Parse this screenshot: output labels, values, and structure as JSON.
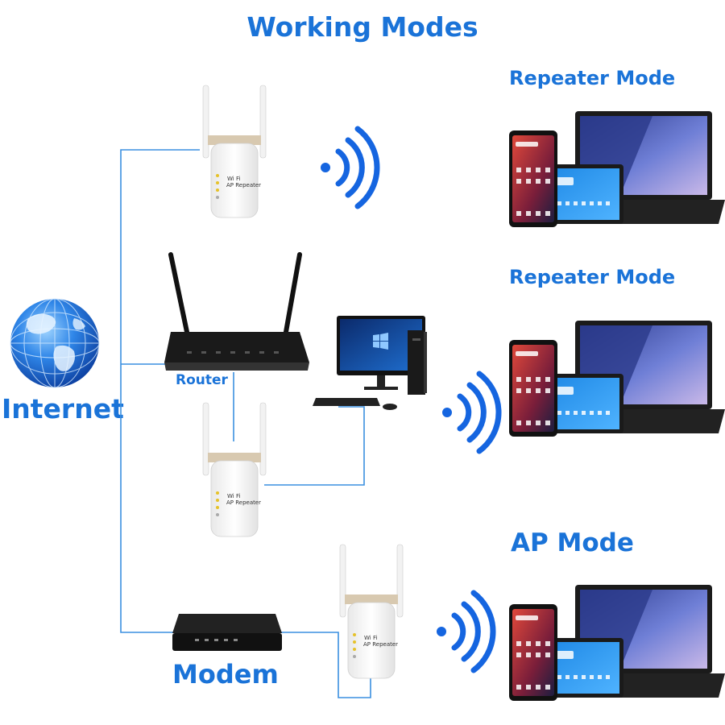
{
  "title": "Working Modes",
  "labels": {
    "internet": "Internet",
    "router": "Router",
    "modem": "Modem",
    "mode1": "Repeater Mode",
    "mode2": "Repeater Mode",
    "mode3": "AP Mode"
  },
  "device_text": {
    "wifi": "Wi Fi",
    "sub": "AP Repeater"
  },
  "colors": {
    "accent": "#1a73d8",
    "line": "#3a8fe0",
    "wave": "#1565e0"
  }
}
